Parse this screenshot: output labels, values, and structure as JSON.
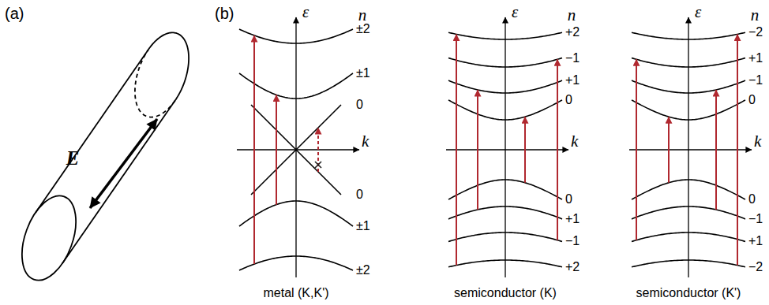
{
  "diagram": {
    "labels": [
      "(a)",
      "(b)",
      "E",
      "ε",
      "n",
      "k",
      "±2",
      "±1",
      "0",
      "0",
      "±1",
      "±2",
      "metal (K,K')",
      "ε",
      "n",
      "k",
      "+2",
      "−1",
      "+1",
      "0",
      "0",
      "+1",
      "−1",
      "+2",
      "semiconductor (K)",
      "ε",
      "n",
      "k",
      "−2",
      "+1",
      "−1",
      "0",
      "0",
      "−1",
      "+1",
      "−2",
      "semiconductor (K')"
    ]
  }
}
